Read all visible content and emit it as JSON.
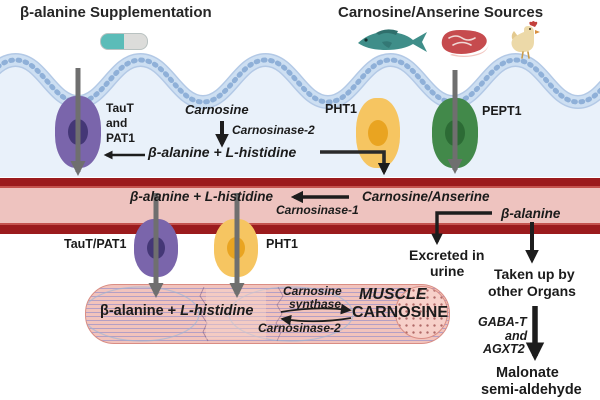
{
  "colors": {
    "membrane_band": "#c5d8ee",
    "membrane_edge": "#b3c9e6",
    "membrane_inner": "#d2e0f3",
    "membrane_dots": "#8fb0d8",
    "cell_fill": "#e9f1fa",
    "vessel_dark": "#9b1b1d",
    "vessel_mid": "#c4534e",
    "vessel_pink": "#eec3bf",
    "transporter_purple": "#7a65ab",
    "transporter_purple_core": "#443776",
    "transporter_yellow": "#f6c561",
    "transporter_yellow_core": "#e9a421",
    "transporter_green": "#42894a",
    "transporter_green_core": "#2c6b35",
    "arrow_gray": "#6f6f6f",
    "arrow_black": "#1d1d1d",
    "muscle_fill": "#f2c3bc",
    "muscle_stripe": "#b49fc4",
    "muscle_cap": "#f7d0c9",
    "pill_teal": "#5bbcb8",
    "pill_white": "#dcdcda",
    "fish_body": "#3f8e89",
    "meat_red": "#c64b4e",
    "chicken_body": "#ecd9a8"
  },
  "titles": {
    "left": "β-alanine Supplementation",
    "right": "Carnosine/Anserine Sources"
  },
  "icons": {
    "pill": "pill-capsule",
    "fish": "fish",
    "meat": "meat-steak",
    "chicken": "chicken"
  },
  "lumen": {
    "carnosine": "Carnosine",
    "carnosinase2": "Carnosinase-2",
    "breakdown": "β-alanine + L-histidine"
  },
  "membrane_transporters": {
    "taut_l1": "TauT",
    "taut_l2": "and",
    "taut_l3": "PAT1",
    "pht1": "PHT1",
    "pept1": "PEPT1"
  },
  "vessel": {
    "beta_his": "β-alanine + L-histidine",
    "carnosinase1": "Carnosinase-1",
    "carnosine_anserine": "Carnosine/Anserine",
    "beta_alanine": "β-alanine"
  },
  "vessel_transporters": {
    "taut_pat1": "TauT/PAT1",
    "pht1": "PHT1"
  },
  "muscle": {
    "beta": "β-alanine + ",
    "his": "L-histidine",
    "synthase_l1": "Carnosine",
    "synthase_l2": "synthase",
    "carnosinase2": "Carnosinase-2",
    "name_l1": "MUSCLE",
    "name_l2": "CARNOSINE"
  },
  "right_pathway": {
    "excreted_l1": "Excreted in",
    "excreted_l2": "urine",
    "taken_l1": "Taken up by",
    "taken_l2": "other Organs",
    "enzymes_l1": "GABA-T",
    "enzymes_l2": "and",
    "enzymes_l3": "AGXT2",
    "malonate_l1": "Malonate",
    "malonate_l2": "semi-aldehyde"
  }
}
